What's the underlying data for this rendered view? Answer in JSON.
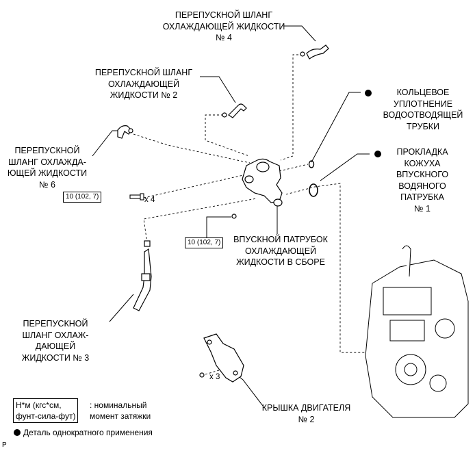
{
  "labels": {
    "hose4": "ПЕРЕПУСКНОЙ ШЛАНГ\nОХЛАЖДАЮЩЕЙ ЖИДКОСТИ\n№ 4",
    "hose2": "ПЕРЕПУСКНОЙ ШЛАНГ\nОХЛАЖДАЮЩЕЙ\nЖИДКОСТИ № 2",
    "oring": "КОЛЬЦЕВОЕ\nУПЛОТНЕНИЕ\nВОДООТВОДЯЩЕЙ\nТРУБКИ",
    "hose6": "ПЕРЕПУСКНОЙ\nШЛАНГ ОХЛАЖДА-\nЮЩЕЙ ЖИДКОСТИ\n№ 6",
    "gasket": "ПРОКЛАДКА\nКОЖУХА\nВПУСКНОГО\nВОДЯНОГО\nПАТРУБКА\n№ 1",
    "inlet": "ВПУСКНОЙ ПАТРУБОК\nОХЛАЖДАЮЩЕЙ\nЖИДКОСТИ В СБОРЕ",
    "hose3": "ПЕРЕПУСКНОЙ\nШЛАНГ ОХЛАЖ-\nДАЮЩЕЙ\nЖИДКОСТИ № 3",
    "cover": "КРЫШКА ДВИГАТЕЛЯ\n№ 2"
  },
  "torque": {
    "bolts": "10 (102, 7)",
    "bolts_qty": "x 4",
    "nut": "10 (102, 7)",
    "cover_qty": "x 3"
  },
  "legend": {
    "unit_box": "Н*м (кгс*см,\nфунт-сила-фут)",
    "unit_desc": ": номинальный\nмомент затяжки",
    "single_use": "Деталь однократного применения"
  },
  "corner_mark": "P"
}
